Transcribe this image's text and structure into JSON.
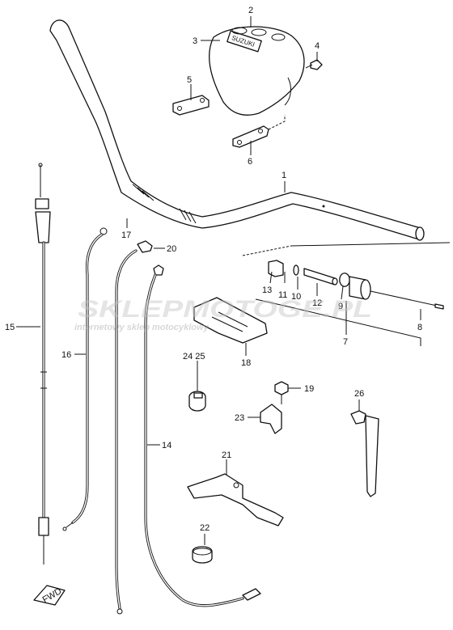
{
  "diagram": {
    "part_numbers": [
      "1",
      "2",
      "3",
      "4",
      "5",
      "6",
      "7",
      "8",
      "9",
      "10",
      "11",
      "12",
      "13",
      "14",
      "15",
      "16",
      "17",
      "18",
      "19",
      "20",
      "21",
      "22",
      "23",
      "24",
      "25",
      "26"
    ],
    "label_24_25": "24 25",
    "brand_emblem": "SUZUKI",
    "fwd_mark": "FWD"
  },
  "watermark": {
    "logo": "SKLEPMOTOGE.PL",
    "tagline": "internetowy sklep motocyklowy"
  }
}
